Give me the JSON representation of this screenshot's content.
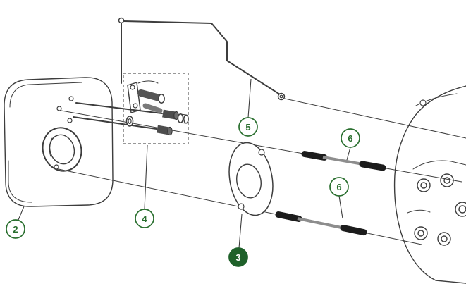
{
  "diagram": {
    "type": "exploded-parts-diagram",
    "callouts": [
      {
        "label": "2",
        "part": "muffler",
        "selected": false
      },
      {
        "label": "3",
        "part": "gasket",
        "selected": true
      },
      {
        "label": "4",
        "part": "bracket-assembly",
        "selected": false
      },
      {
        "label": "5",
        "part": "tube",
        "selected": false
      },
      {
        "label": "6",
        "part": "stud-upper",
        "selected": false
      },
      {
        "label": "6",
        "part": "stud-lower",
        "selected": false
      }
    ],
    "colors": {
      "callout_green": "#2a6f2f",
      "selected_fill": "#1f612a",
      "line": "#3d3d3d"
    }
  }
}
